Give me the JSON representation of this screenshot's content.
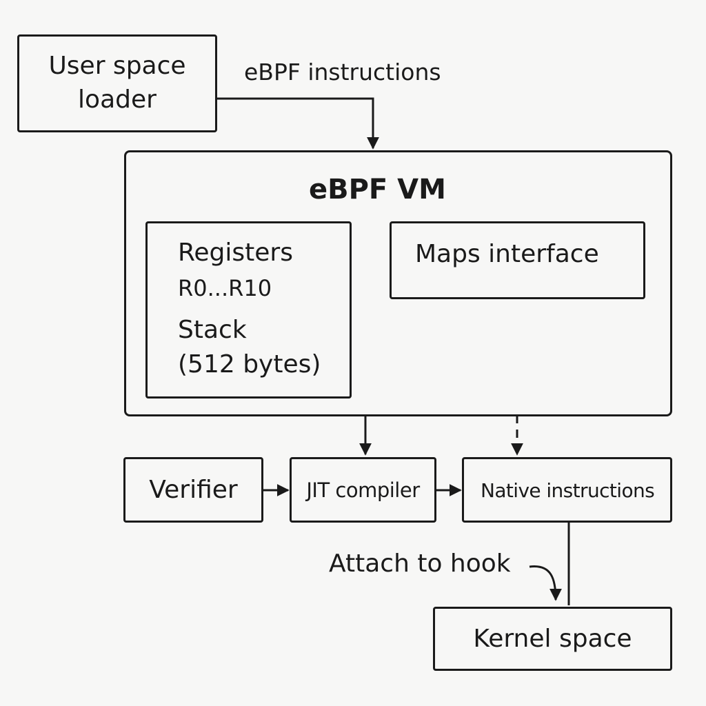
{
  "nodes": {
    "user_loader": "User space\nloader",
    "vm_title": "eBPF VM",
    "registers": {
      "title": "Registers",
      "range": "R0...R10",
      "stack": "Stack",
      "stack_size": "(512 bytes)"
    },
    "maps": "Maps interface",
    "verifier": "Verifier",
    "jit": "JIT compiler",
    "native": "Native instructions",
    "kernel": "Kernel space"
  },
  "edges": {
    "loader_to_vm": "eBPF instructions",
    "native_to_kernel": "Attach to hook"
  },
  "colors": {
    "stroke": "#1a1a1a",
    "background": "#f7f7f6"
  }
}
